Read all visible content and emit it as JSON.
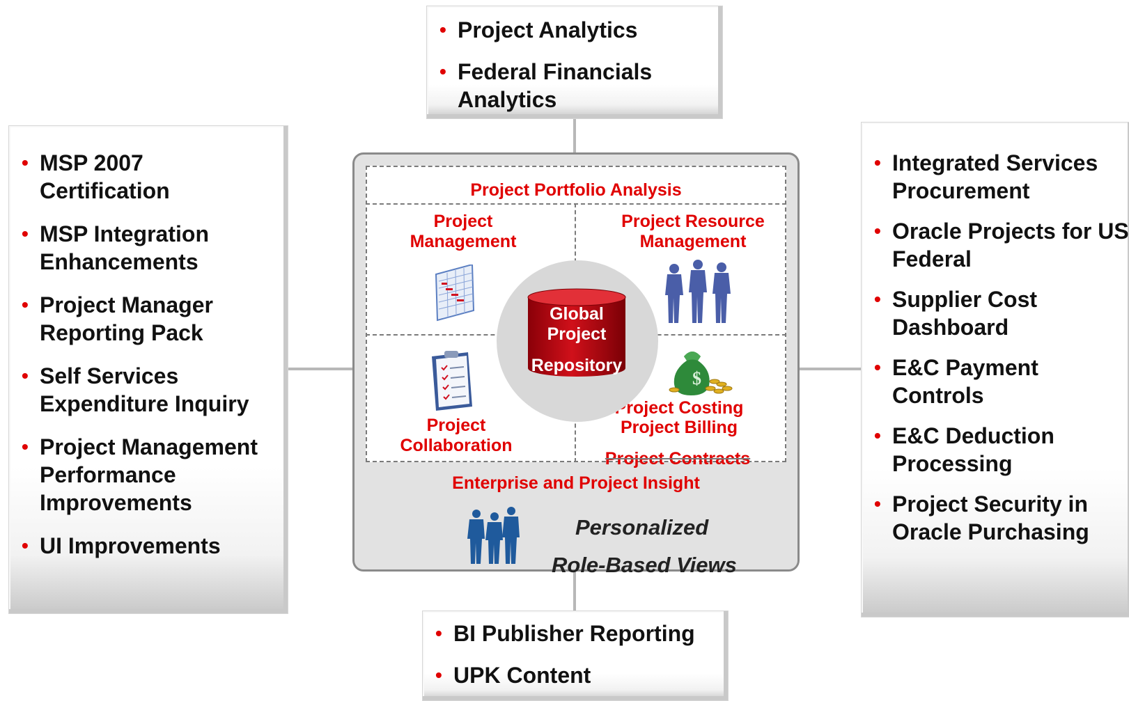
{
  "top_box": {
    "items": [
      "Project Analytics",
      "Federal Financials Analytics"
    ]
  },
  "left_box": {
    "items": [
      "MSP 2007 Certification",
      "MSP Integration Enhancements",
      "Project Manager Reporting Pack",
      "Self Services Expenditure Inquiry",
      "Project Management Performance Improvements",
      "UI Improvements"
    ]
  },
  "right_box": {
    "items": [
      "Integrated Services Procurement",
      "Oracle Projects for US Federal",
      "Supplier Cost Dashboard",
      "E&C Payment Controls",
      "E&C Deduction Processing",
      "Project Security in Oracle Purchasing"
    ]
  },
  "bottom_box": {
    "items": [
      "BI Publisher Reporting",
      "UPK Content"
    ]
  },
  "center": {
    "portfolio": "Project Portfolio Analysis",
    "management": "Project Management",
    "resource": "Project Resource Management",
    "collaboration": "Project Collaboration",
    "costing": "Project Costing",
    "billing": "Project Billing",
    "contracts": "Project Contracts",
    "repository": [
      "Global",
      "Project",
      "Repository"
    ],
    "insight": "Enterprise and Project Insight",
    "personalized": "Personalized",
    "role_views": "Role-Based Views"
  },
  "colors": {
    "accent": "#e00000",
    "repository": "#c8000a",
    "people": "#3a5fa0"
  }
}
